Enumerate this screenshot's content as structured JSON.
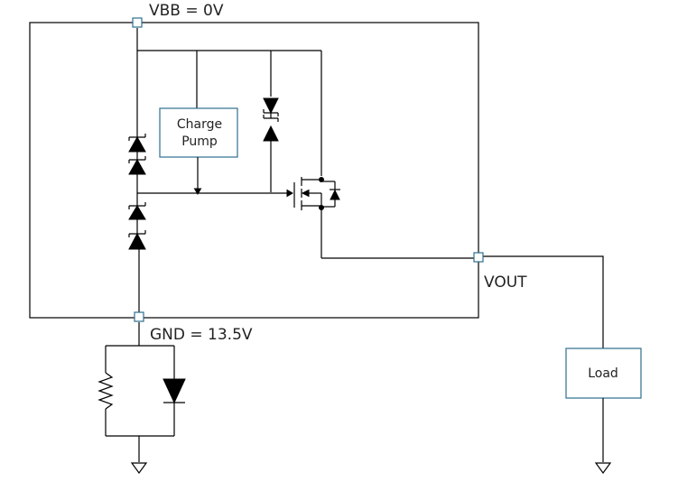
{
  "labels": {
    "vbb": "VBB = 0V",
    "gnd": "GND = 13.5V",
    "vout": "VOUT"
  },
  "blocks": {
    "charge_pump_line1": "Charge",
    "charge_pump_line2": "Pump",
    "load": "Load"
  }
}
